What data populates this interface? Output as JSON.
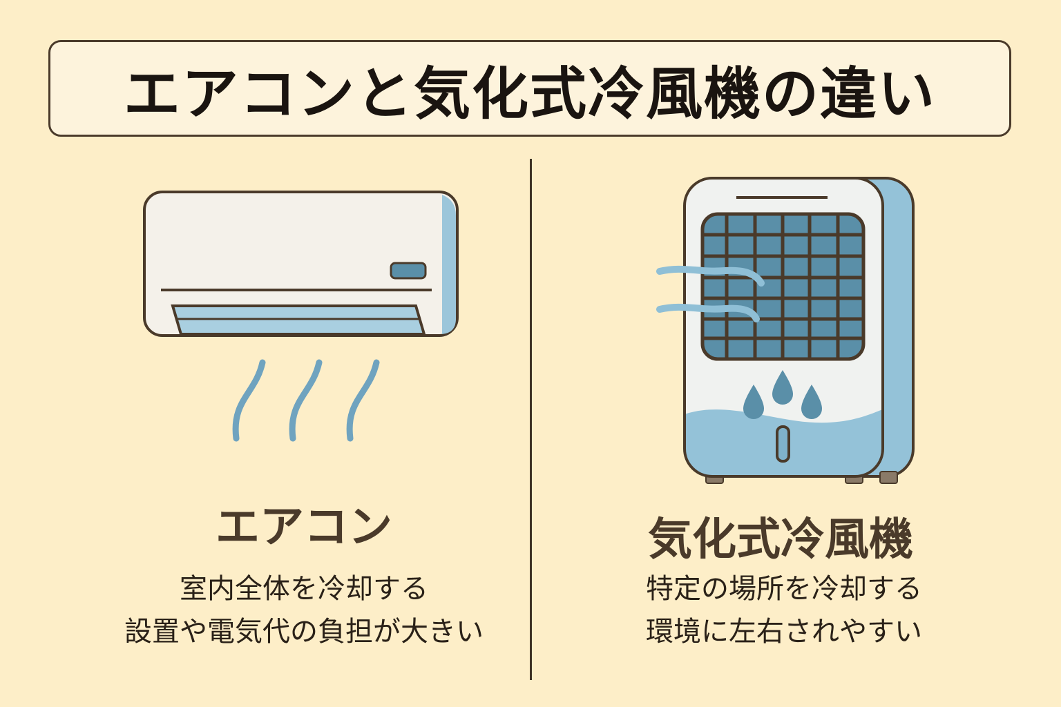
{
  "title": "エアコンと気化式冷風機の違い",
  "left": {
    "heading": "エアコン",
    "lines": [
      "室内全体を冷却する",
      "設置や電気代の負担が大きい"
    ],
    "icon": "air-conditioner-icon"
  },
  "right": {
    "heading": "気化式冷風機",
    "lines": [
      "特定の場所を冷却する",
      "環境に左右されやすい"
    ],
    "icon": "evaporative-cooler-icon"
  },
  "colors": {
    "background": "#fdeec8",
    "outline": "#4a3a2a",
    "blue": "#8fbfd6",
    "dark_blue": "#5a8fa8"
  }
}
